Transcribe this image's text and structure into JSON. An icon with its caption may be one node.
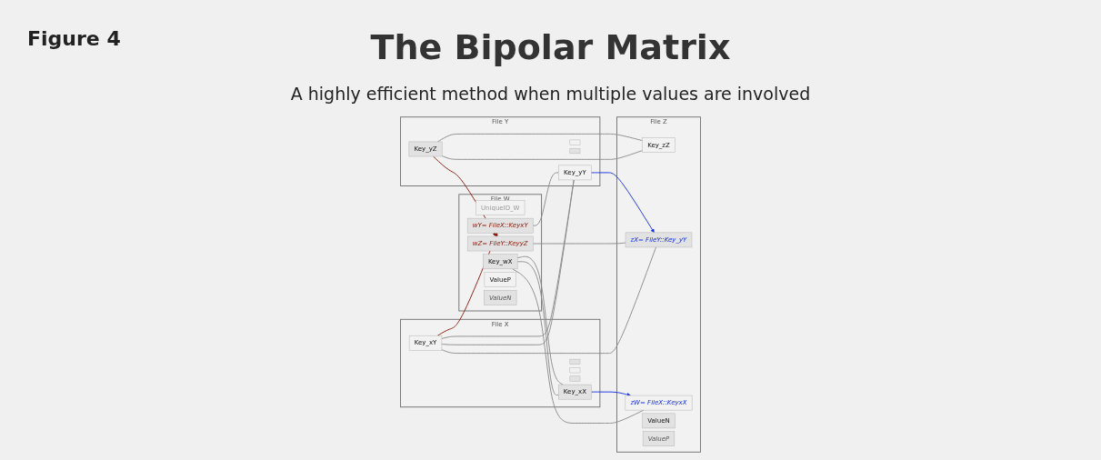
{
  "diagram": {
    "title": "The Bipolar Matrix",
    "caption": "A highly efficient method when multiple values are involved",
    "nodes": [
      {
        "text": [
          "File W"
        ]
      },
      {
        "text": [
          "UniqueID_W"
        ],
        "in": 0
      },
      {
        "text": [
          "Key_wX"
        ],
        "in": 0
      },
      {
        "text": [
          "wY= FileX::KeyxY"
        ],
        "in": 0
      },
      {
        "text": [
          "wZ= FileY::KeyyZ"
        ],
        "in": 0
      },
      {
        "text": [
          "ValueP"
        ],
        "in": 0
      },
      {
        "text": [
          "ValueN"
        ],
        "in": 0
      },
      {
        "text": [
          "File X"
        ]
      },
      {
        "text": [
          "Key_xX"
        ],
        "in": 7
      },
      {
        "text": [
          "Key_xY"
        ],
        "in": 7
      },
      {
        "text": [],
        "shape": "box",
        "in": 7
      },
      {
        "text": [],
        "shape": "box",
        "in": 7
      },
      {
        "text": [],
        "shape": "box",
        "in": 7
      },
      {
        "text": [
          "File Y"
        ]
      },
      {
        "text": [
          "Key_yY"
        ],
        "in": 13
      },
      {
        "text": [
          "Key_yZ"
        ],
        "in": 13
      },
      {
        "text": [],
        "shape": "box",
        "in": 13
      },
      {
        "text": [],
        "shape": "box",
        "in": 13
      },
      {
        "text": [
          "File Z"
        ]
      },
      {
        "text": [
          "Key_zZ"
        ],
        "in": 18
      },
      {
        "text": [
          "zX= FileY::Key_yY"
        ],
        "in": 18
      },
      {
        "text": [
          "zW= FileX::KeyxX"
        ],
        "in": 18
      },
      {
        "text": [
          "ValueN"
        ],
        "in": 18
      },
      {
        "text": [
          "ValueP"
        ],
        "in": 18
      }
    ],
    "edges": [
      {
        "from": 2,
        "to": 8,
        "arrow": "none"
      },
      {
        "from": 2,
        "to": 8,
        "arrow": "none"
      },
      {
        "from": 9,
        "to": 14,
        "arrow": "none"
      },
      {
        "from": 9,
        "to": 14,
        "arrow": "none"
      },
      {
        "from": 15,
        "to": 19,
        "arrow": "none"
      },
      {
        "from": 15,
        "to": 19,
        "arrow": "none"
      },
      {
        "from": 2,
        "to": 21,
        "arrow": "none"
      },
      {
        "from": 9,
        "to": 20,
        "arrow": "none"
      },
      {
        "from": 3,
        "to": 14,
        "arrow": "none"
      },
      {
        "from": 4,
        "to": 20,
        "arrow": "none"
      },
      {
        "from": 9,
        "to": 3,
        "arrow": "to",
        "color": "#8b1a0a"
      },
      {
        "from": 15,
        "to": 4,
        "arrow": "to",
        "color": "#8b1a0a"
      },
      {
        "from": 8,
        "to": 21,
        "arrow": "to",
        "color": "#1530e0"
      },
      {
        "from": 14,
        "to": 20,
        "arrow": "to",
        "color": "#1530e0"
      }
    ],
    "labels": [
      "Figure 4"
    ]
  }
}
